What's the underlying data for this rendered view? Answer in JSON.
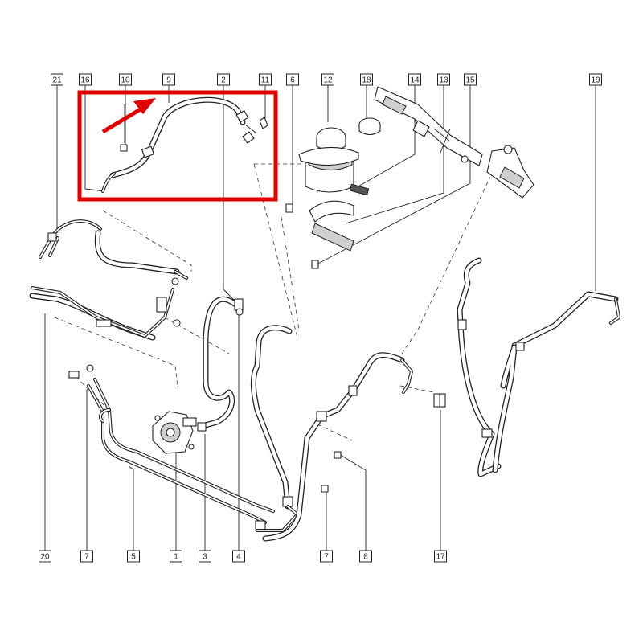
{
  "highlight": {
    "color": "#e00000"
  },
  "callouts": [
    {
      "id": "21",
      "label": "21"
    },
    {
      "id": "16",
      "label": "16"
    },
    {
      "id": "10",
      "label": "10"
    },
    {
      "id": "9",
      "label": "9"
    },
    {
      "id": "2",
      "label": "2"
    },
    {
      "id": "11",
      "label": "11"
    },
    {
      "id": "6",
      "label": "6"
    },
    {
      "id": "12",
      "label": "12"
    },
    {
      "id": "18",
      "label": "18"
    },
    {
      "id": "14",
      "label": "14"
    },
    {
      "id": "13",
      "label": "13"
    },
    {
      "id": "15",
      "label": "15"
    },
    {
      "id": "19",
      "label": "19"
    },
    {
      "id": "20",
      "label": "20"
    },
    {
      "id": "7a",
      "label": "7"
    },
    {
      "id": "5",
      "label": "5"
    },
    {
      "id": "1",
      "label": "1"
    },
    {
      "id": "3",
      "label": "3"
    },
    {
      "id": "4",
      "label": "4"
    },
    {
      "id": "7b",
      "label": "7"
    },
    {
      "id": "8",
      "label": "8"
    },
    {
      "id": "17",
      "label": "17"
    }
  ]
}
